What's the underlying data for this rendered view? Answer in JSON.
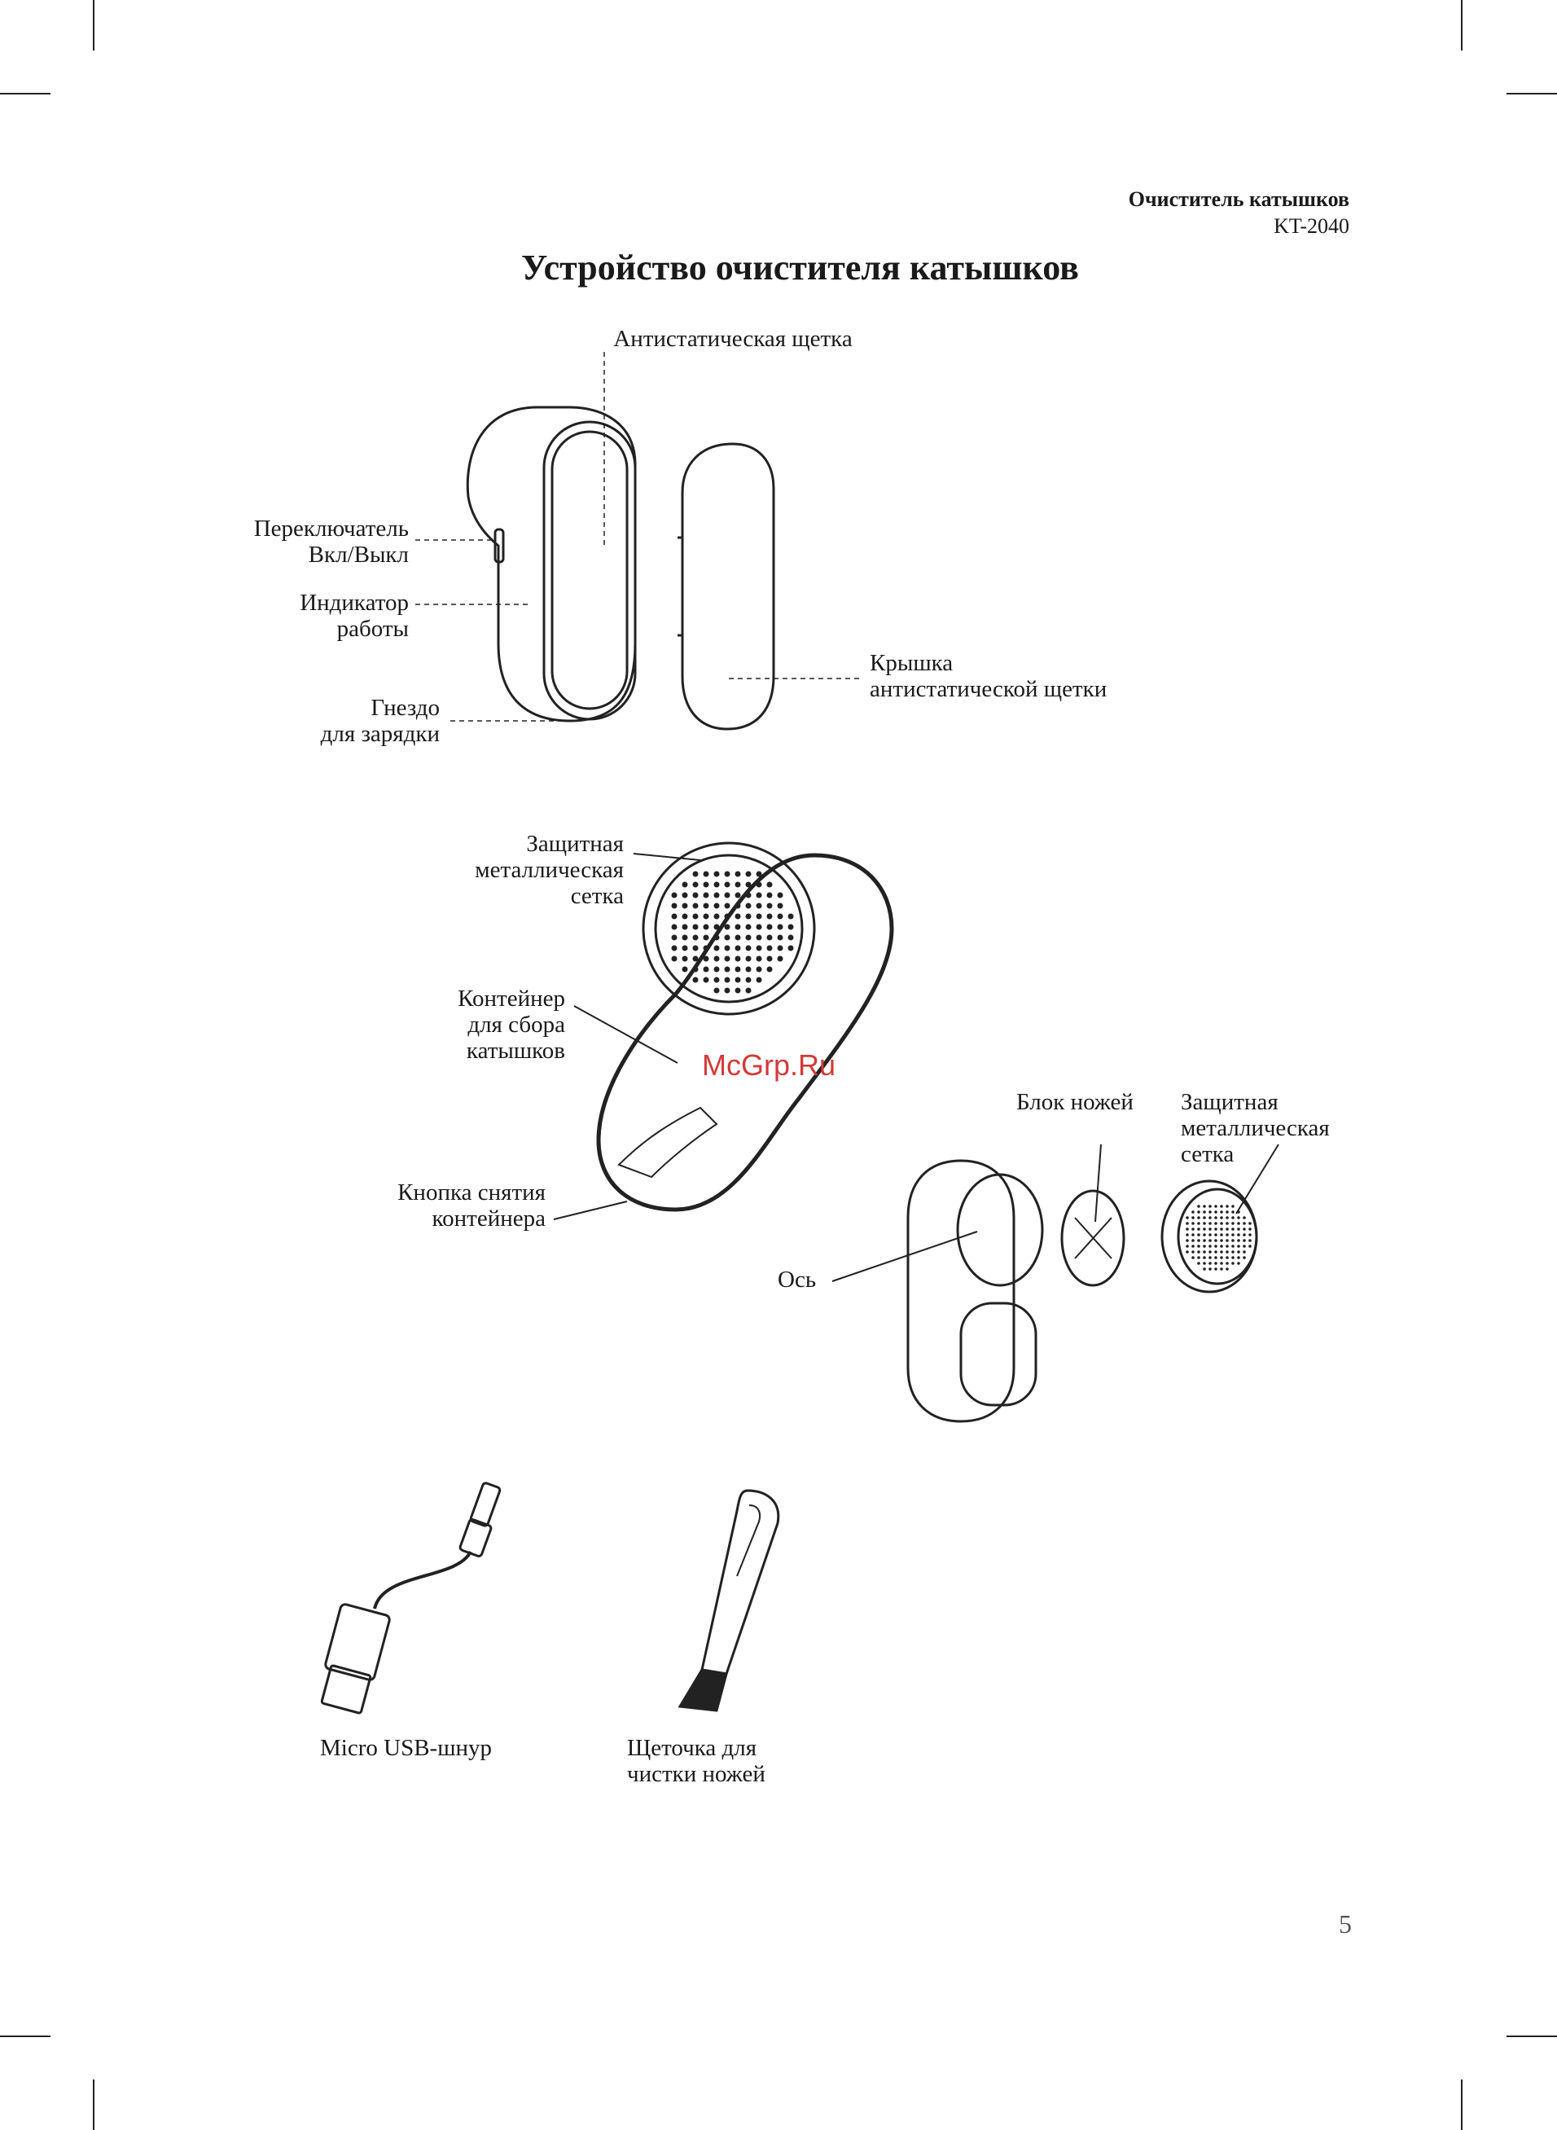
{
  "header": {
    "product": "Очиститель катышков",
    "model": "KT-2040"
  },
  "title": "Устройство очистителя катышков",
  "labels": {
    "antistatic_brush": "Антистатическая щетка",
    "power_switch": "Переключатель\nВкл/Выкл",
    "work_indicator": "Индикатор\nработы",
    "charging_socket": "Гнездо\nдля зарядки",
    "brush_cover": "Крышка\nантистатической щетки",
    "protective_mesh_1": "Защитная\nметаллическая\nсетка",
    "lint_container": "Контейнер\nдля сбора\nкатышков",
    "container_release_button": "Кнопка снятия\nконтейнера",
    "blade_unit": "Блок ножей",
    "protective_mesh_2": "Защитная\nметаллическая\nсетка",
    "axis": "Ось",
    "micro_usb_cable": "Micro USB-шнур",
    "cleaning_brush": "Щеточка для\nчистки ножей"
  },
  "watermark": "McGrp.Ru",
  "page_number": "5",
  "colors": {
    "text": "#1a1a1a",
    "line": "#222222",
    "watermark": "#d23a3a"
  }
}
